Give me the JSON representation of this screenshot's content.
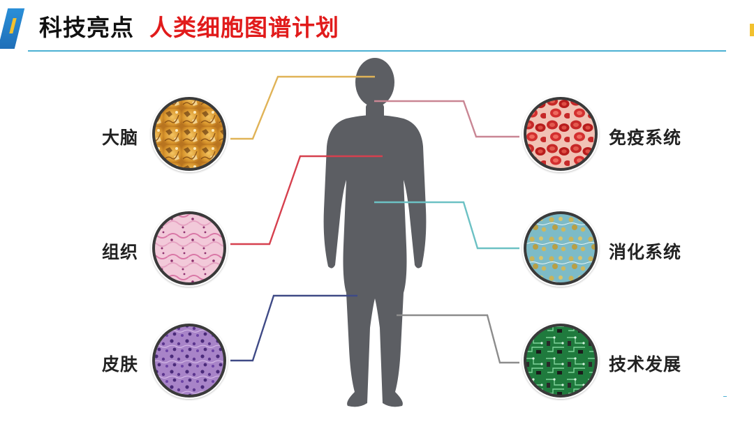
{
  "header": {
    "title": "科技亮点",
    "subtitle": "人类细胞图谱计划"
  },
  "diagram": {
    "left_items": [
      {
        "label": "大脑",
        "line_color": "#e0b357",
        "icon": "brain-cell-icon"
      },
      {
        "label": "组织",
        "line_color": "#d6404e",
        "icon": "tissue-cell-icon"
      },
      {
        "label": "皮肤",
        "line_color": "#3f4a86",
        "icon": "skin-cell-icon"
      }
    ],
    "right_items": [
      {
        "label": "免疫系统",
        "line_color": "#c98694",
        "icon": "immune-cell-icon"
      },
      {
        "label": "消化系统",
        "line_color": "#6cc1c4",
        "icon": "digestive-cell-icon"
      },
      {
        "label": "技术发展",
        "line_color": "#8c8c8c",
        "icon": "circuit-board-icon"
      }
    ],
    "body_color": "#5c5e63"
  },
  "colors": {
    "title_main": "#111111",
    "title_accent": "#e11b1b",
    "divider": "#4bb0d3"
  }
}
